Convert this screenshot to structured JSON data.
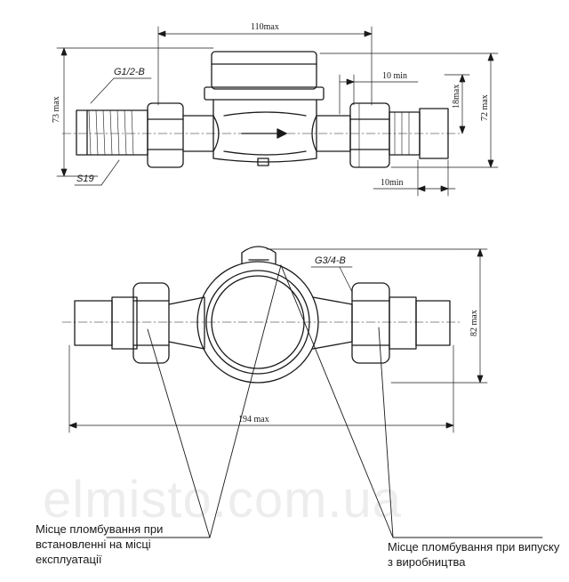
{
  "dimensions": {
    "top_width": "110max",
    "top_height_left": "73 max",
    "top_height_right": "72 max",
    "top_right_18": "18max",
    "top_10_upper": "10 min",
    "top_10_lower": "10min",
    "bottom_width": "194 max",
    "bottom_height": "82 max"
  },
  "labels": {
    "thread_inlet": "G1/2-B",
    "wrench_size": "S19",
    "thread_meter": "G3/4-B"
  },
  "notes": {
    "seal_installation": "Місце пломбування при встановленні на місці експлуатації",
    "seal_factory": "Місце пломбування при випуску з виробництва"
  },
  "watermark": "elmisto.com.ua",
  "colors": {
    "line": "#1a1a1a",
    "paper": "#ffffff"
  }
}
